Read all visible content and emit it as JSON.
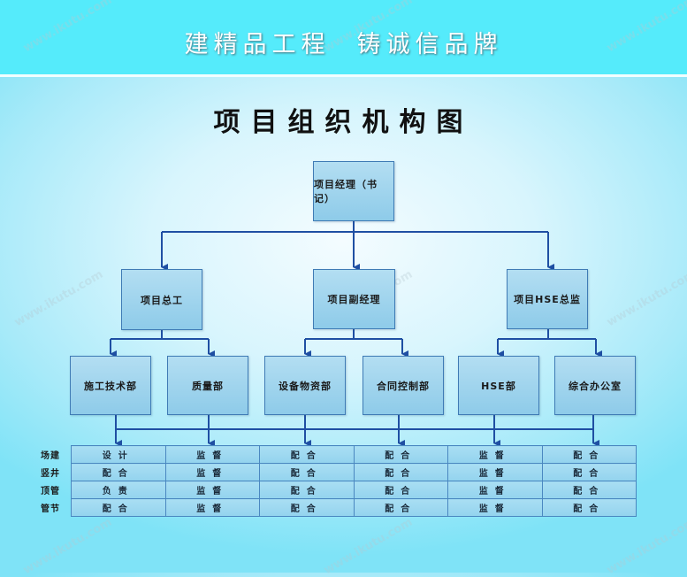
{
  "header": {
    "slogan_left": "建精品工程",
    "slogan_right": "铸诚信品牌"
  },
  "title": "项目组织机构图",
  "org": {
    "root": "项目经理（书记）",
    "level2": [
      "项目总工",
      "项目副经理",
      "项目HSE总监"
    ],
    "departments": [
      "施工技术部",
      "质量部",
      "设备物资部",
      "合同控制部",
      "HSE部",
      "综合办公室"
    ]
  },
  "matrix": {
    "rows": [
      {
        "label": "场建",
        "cells": [
          "设计",
          "监督",
          "配合",
          "配合",
          "监督",
          "配合"
        ]
      },
      {
        "label": "竖井",
        "cells": [
          "配合",
          "监督",
          "配合",
          "配合",
          "监督",
          "配合"
        ]
      },
      {
        "label": "顶管",
        "cells": [
          "负责",
          "监督",
          "配合",
          "配合",
          "监督",
          "配合"
        ]
      },
      {
        "label": "管节",
        "cells": [
          "配合",
          "监督",
          "配合",
          "配合",
          "监督",
          "配合"
        ]
      }
    ]
  },
  "watermark": "www.ikutu.com",
  "colors": {
    "header_band": "#55ebfb",
    "node_fill": "#a6d8f0",
    "line": "#1f4fa3"
  }
}
